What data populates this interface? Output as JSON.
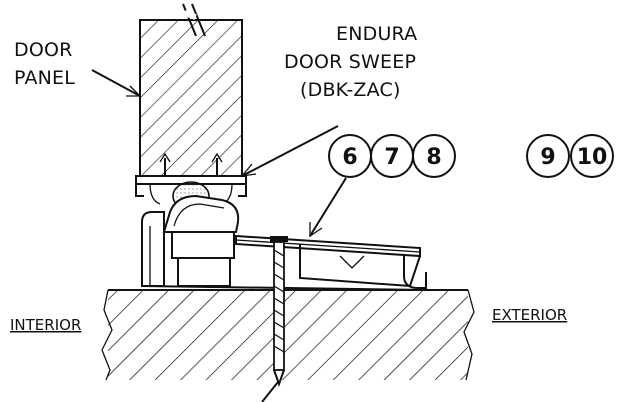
{
  "labels": {
    "door_panel_line1": "DOOR",
    "door_panel_line2": "PANEL",
    "sweep_line1": "ENDURA",
    "sweep_line2": "DOOR SWEEP",
    "sweep_line3": "(DBK-ZAC)",
    "interior": "INTERIOR",
    "exterior": "EXTERIOR"
  },
  "callouts": {
    "group_a": [
      "6",
      "7",
      "8"
    ],
    "group_b": [
      "9",
      "10"
    ]
  }
}
